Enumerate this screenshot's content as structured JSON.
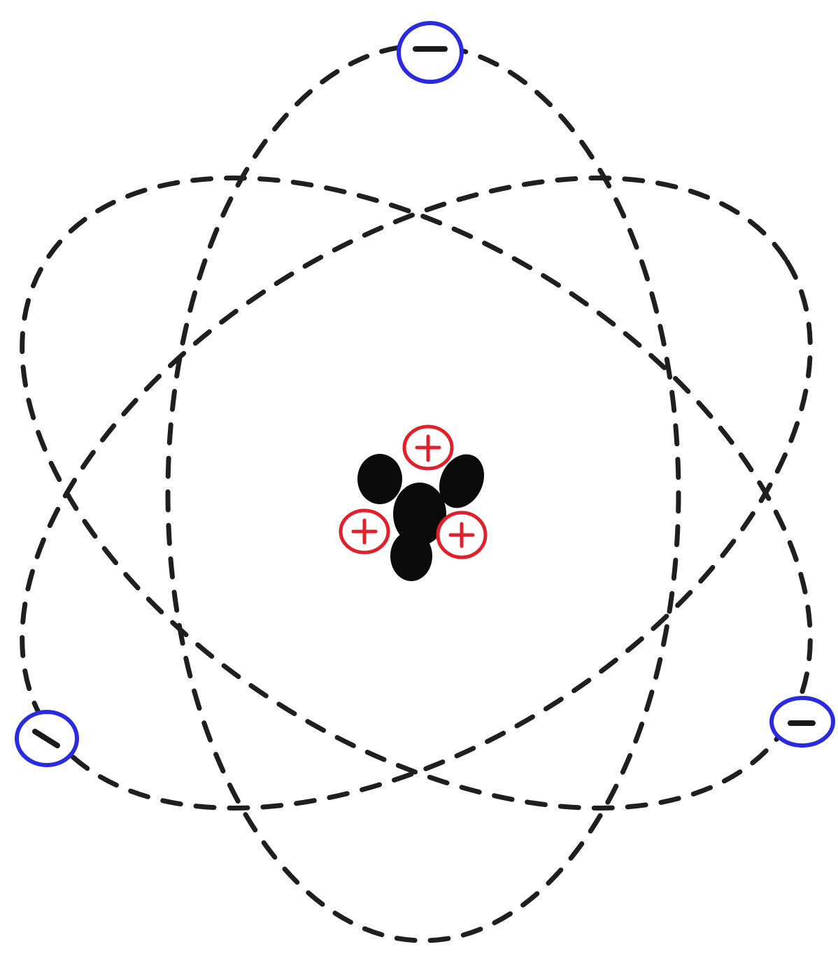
{
  "colors": {
    "background": "#ffffff",
    "orbit": "#1f1f1f",
    "neutron": "#0b0b0b",
    "proton": "#e0202a",
    "electron": "#2a2ae0"
  },
  "icons": {
    "proton": "plus-sign-in-circle",
    "electron": "minus-sign-in-circle",
    "neutron": "filled-black-blob"
  },
  "nucleus": {
    "proton_count": 3,
    "neutron_count": 4
  },
  "orbits": {
    "count": 3,
    "style": "dashed"
  },
  "electrons": {
    "count": 3
  }
}
